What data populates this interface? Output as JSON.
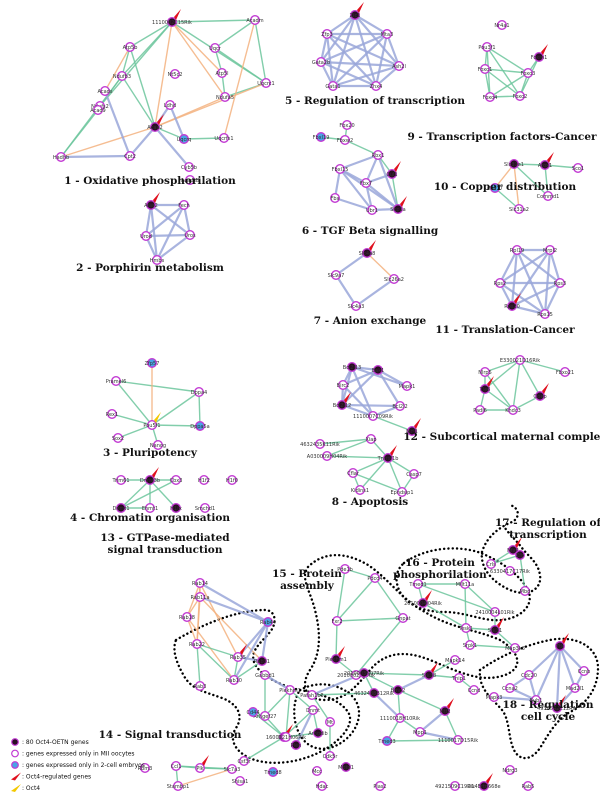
{
  "colors": {
    "edge_green": "#6cc59c",
    "edge_orange": "#f3b27f",
    "edge_blue": "#9aa7d9",
    "node_dark": "#2a0e24",
    "node_ring": "#c23ad3",
    "node_blue": "#4aa3e6",
    "marker_red": "#e0101e",
    "marker_yellow": "#f3c800",
    "dotted": "#000000"
  },
  "legend": [
    {
      "kind": "dark",
      "text": ": 80 Oct4-OETN genes"
    },
    {
      "kind": "ring",
      "text": ": genes expressed only in MII oocytes"
    },
    {
      "kind": "blue",
      "text": ": genes expressed only in 2-cell embryos"
    },
    {
      "kind": "red",
      "text": ": Oct4-regulated genes"
    },
    {
      "kind": "yellow",
      "text": ": Oct4"
    }
  ],
  "modules": [
    {
      "id": "m1",
      "title": "1 - Oxidative phosphorilation",
      "nodes": [
        {
          "label": "1110002C15Rik",
          "kind": "dark",
          "marker": "red"
        },
        {
          "label": "Atp5b",
          "kind": "ring"
        },
        {
          "label": "Ndufb3",
          "kind": "ring"
        },
        {
          "label": "Ndufs2",
          "kind": "ring"
        },
        {
          "label": "Uqcr",
          "kind": "ring"
        },
        {
          "label": "Atp5l",
          "kind": "ring"
        },
        {
          "label": "Ndufa5",
          "kind": "ring"
        },
        {
          "label": "Acad9",
          "kind": "ring"
        },
        {
          "label": "Uqcrc1",
          "kind": "ring"
        },
        {
          "label": "Acadm",
          "kind": "ring"
        },
        {
          "label": "Acaa2",
          "kind": "dark",
          "marker": "red"
        },
        {
          "label": "Uqcrfs1",
          "kind": "ring"
        },
        {
          "label": "Acads",
          "kind": "ring"
        },
        {
          "label": "Uqcrq",
          "kind": "blue"
        },
        {
          "label": "Ldhd",
          "kind": "ring"
        },
        {
          "label": "Hadhb",
          "kind": "ring"
        },
        {
          "label": "Cpt2",
          "kind": "ring"
        },
        {
          "label": "Cyb5b",
          "kind": "ring"
        },
        {
          "label": "Acadsb",
          "kind": "ring"
        },
        {
          "label": "Nt5c2",
          "kind": "ring"
        }
      ]
    },
    {
      "id": "m2",
      "title": "2 - Porphirin metabolism",
      "nodes": [
        {
          "label": "Alas2",
          "kind": "dark",
          "marker": "red"
        },
        {
          "label": "Fech",
          "kind": "ring"
        },
        {
          "label": "Urod",
          "kind": "ring"
        },
        {
          "label": "Uros",
          "kind": "ring"
        },
        {
          "label": "Hmbs",
          "kind": "ring"
        }
      ]
    },
    {
      "id": "m3",
      "title": "3 - Pluripotency",
      "nodes": [
        {
          "label": "Zfp57",
          "kind": "blue"
        },
        {
          "label": "Pramel6",
          "kind": "ring"
        },
        {
          "label": "Dppa4",
          "kind": "ring"
        },
        {
          "label": "Rex1",
          "kind": "ring"
        },
        {
          "label": "Pou5f1",
          "kind": "ring",
          "marker": "yellow"
        },
        {
          "label": "Sox2",
          "kind": "ring"
        },
        {
          "label": "Dppa5a",
          "kind": "blue"
        },
        {
          "label": "Nanog",
          "kind": "ring"
        }
      ]
    },
    {
      "id": "m4",
      "title": "4 - Chromatin organisation",
      "nodes": [
        {
          "label": "Trim61",
          "kind": "ring"
        },
        {
          "label": "Dnmt3b",
          "kind": "dark",
          "marker": "red"
        },
        {
          "label": "Cbx3",
          "kind": "ring"
        },
        {
          "label": "H1f2",
          "kind": "ring"
        },
        {
          "label": "H1f0",
          "kind": "ring"
        },
        {
          "label": "Dnmt1",
          "kind": "dark"
        },
        {
          "label": "Ehmt1",
          "kind": "ring"
        },
        {
          "label": "H1fx",
          "kind": "dark"
        },
        {
          "label": "Smchd1",
          "kind": "ring"
        }
      ]
    },
    {
      "id": "m5",
      "title": "5 - Regulation of transcription",
      "nodes": [
        {
          "label": "Zic1",
          "kind": "dark",
          "marker": "red"
        },
        {
          "label": "Zfp3",
          "kind": "ring"
        },
        {
          "label": "Mta3",
          "kind": "ring"
        },
        {
          "label": "Gata2b",
          "kind": "ring"
        },
        {
          "label": "Ash2l",
          "kind": "ring"
        },
        {
          "label": "Gata1",
          "kind": "ring"
        },
        {
          "label": "Zhx4",
          "kind": "ring"
        }
      ]
    },
    {
      "id": "m6",
      "title": "6 - TGF Beta signalling",
      "nodes": [
        {
          "label": "Fbx20",
          "kind": "ring"
        },
        {
          "label": "Fbxl19",
          "kind": "blue"
        },
        {
          "label": "Fbxw2",
          "kind": "ring"
        },
        {
          "label": "Rbx1",
          "kind": "ring"
        },
        {
          "label": "Fbxl15",
          "kind": "ring"
        },
        {
          "label": "Cul1",
          "kind": "dark",
          "marker": "red"
        },
        {
          "label": "Fbx7",
          "kind": "ring"
        },
        {
          "label": "Fbx",
          "kind": "ring"
        },
        {
          "label": "Skp1a",
          "kind": "dark",
          "marker": "red"
        },
        {
          "label": "Ubr1",
          "kind": "ring"
        }
      ]
    },
    {
      "id": "m7",
      "title": "7 - Anion exchange",
      "nodes": [
        {
          "label": "Slc4a8",
          "kind": "dark",
          "marker": "red"
        },
        {
          "label": "Slc9a7",
          "kind": "ring"
        },
        {
          "label": "Slc26a2",
          "kind": "ring"
        },
        {
          "label": "Slc4a3",
          "kind": "ring"
        }
      ]
    },
    {
      "id": "m8",
      "title": "8 - Apoptosis",
      "nodes": [
        {
          "label": "Bcl2l13",
          "kind": "dark"
        },
        {
          "label": "Bak1",
          "kind": "dark"
        },
        {
          "label": "Birc2",
          "kind": "ring"
        },
        {
          "label": "Mapk1",
          "kind": "ring"
        },
        {
          "label": "Bcl2l12",
          "kind": "dark",
          "marker": "red"
        },
        {
          "label": "Bcl2l2",
          "kind": "ring"
        },
        {
          "label": "1110007C09Rik",
          "kind": "ring"
        },
        {
          "label": "Mcl1",
          "kind": "dark",
          "marker": "red"
        },
        {
          "label": "4632435K11Rik",
          "kind": "ring"
        },
        {
          "label": "Xiap",
          "kind": "ring"
        },
        {
          "label": "A030009H04Rik",
          "kind": "ring"
        },
        {
          "label": "Tnfrsf1b",
          "kind": "dark",
          "marker": "red"
        },
        {
          "label": "Cflar",
          "kind": "ring"
        },
        {
          "label": "Casp7",
          "kind": "ring"
        },
        {
          "label": "Kidins1",
          "kind": "ring"
        },
        {
          "label": "Epndsip1",
          "kind": "ring"
        }
      ]
    },
    {
      "id": "m9",
      "title": "9 - Transcription factors-Cancer",
      "nodes": [
        {
          "label": "Nr4a1",
          "kind": "ring"
        },
        {
          "label": "Pou3f1",
          "kind": "ring"
        },
        {
          "label": "Foxm1",
          "kind": "dark",
          "marker": "red"
        },
        {
          "label": "Foxo1",
          "kind": "ring"
        },
        {
          "label": "Foxo3",
          "kind": "ring"
        },
        {
          "label": "Foxo2",
          "kind": "ring"
        },
        {
          "label": "Foxo4",
          "kind": "ring"
        }
      ]
    },
    {
      "id": "m10",
      "title": "10 - Copper distribution",
      "nodes": [
        {
          "label": "Slc31a1",
          "kind": "dark"
        },
        {
          "label": "Atox1",
          "kind": "dark",
          "marker": "red"
        },
        {
          "label": "Sco1",
          "kind": "ring"
        },
        {
          "label": "Cox17",
          "kind": "blue"
        },
        {
          "label": "Commd1",
          "kind": "ring"
        },
        {
          "label": "Slc31a2",
          "kind": "ring"
        }
      ]
    },
    {
      "id": "m11",
      "title": "11 - Translation-Cancer",
      "nodes": [
        {
          "label": "Rpl19",
          "kind": "ring"
        },
        {
          "label": "Mrpl2",
          "kind": "ring"
        },
        {
          "label": "Rps2",
          "kind": "ring"
        },
        {
          "label": "Rps3",
          "kind": "ring"
        },
        {
          "label": "Rps20",
          "kind": "dark",
          "marker": "red"
        },
        {
          "label": "Rps15",
          "kind": "ring"
        }
      ]
    },
    {
      "id": "m12",
      "title": "12 - Subcortical maternal complex",
      "nodes": [
        {
          "label": "E330021D16Rik",
          "kind": "ring"
        },
        {
          "label": "Nlrp5",
          "kind": "ring"
        },
        {
          "label": "Fbxo21",
          "kind": "ring"
        },
        {
          "label": "Tle6",
          "kind": "dark",
          "marker": "red"
        },
        {
          "label": "Ooep",
          "kind": "dark",
          "marker": "red"
        },
        {
          "label": "Padi6",
          "kind": "ring"
        },
        {
          "label": "Khdc3",
          "kind": "ring"
        }
      ]
    },
    {
      "id": "m13",
      "title": "13 - GTPase-mediated signal transduction",
      "title_lines": [
        "13 - GTPase-mediated",
        "signal transduction"
      ],
      "nodes": [
        {
          "label": "Rab14",
          "kind": "ring"
        },
        {
          "label": "Rab11a",
          "kind": "ring"
        },
        {
          "label": "Rab18",
          "kind": "ring"
        },
        {
          "label": "Rab44",
          "kind": "blue"
        },
        {
          "label": "Rab22",
          "kind": "ring"
        },
        {
          "label": "Rab35",
          "kind": "ring",
          "marker": "red"
        },
        {
          "label": "Rab31",
          "kind": "dark"
        },
        {
          "label": "Rab10",
          "kind": "ring"
        },
        {
          "label": "Rab3",
          "kind": "ring"
        }
      ]
    },
    {
      "id": "m14",
      "title": "14 - Signal transduction",
      "nodes": [
        {
          "label": "Gabbd1",
          "kind": "ring"
        },
        {
          "label": "Plekhm1",
          "kind": "ring"
        },
        {
          "label": "Arhgef27",
          "kind": "ring"
        },
        {
          "label": "Dnmt",
          "kind": "ring"
        },
        {
          "label": "Arhgdib",
          "kind": "dark"
        },
        {
          "label": "Cdk2",
          "kind": "dark",
          "marker": "red"
        },
        {
          "label": "Csf3r",
          "kind": "ring"
        },
        {
          "label": "Cd44",
          "kind": "blue"
        },
        {
          "label": "1600021H06Rik",
          "kind": "ring"
        },
        {
          "label": "Pleh",
          "kind": "dark"
        }
      ]
    },
    {
      "id": "m15",
      "title": "15 - Protein assembly",
      "title_lines": [
        "15 - Protein",
        "assembly"
      ],
      "nodes": [
        {
          "label": "Pde1b",
          "kind": "ring"
        },
        {
          "label": "Pdcd4",
          "kind": "ring"
        },
        {
          "label": "Fxr2",
          "kind": "ring"
        },
        {
          "label": "Gnpat",
          "kind": "ring"
        },
        {
          "label": "Plekhm1",
          "kind": "dark",
          "marker": "red"
        },
        {
          "label": "2010002J22Rik",
          "kind": "ring"
        }
      ]
    },
    {
      "id": "m16",
      "title": "16 - Protein phosphorilation",
      "title_lines": [
        "16 - Protein",
        "phosphorilation"
      ],
      "nodes": [
        {
          "label": "Tmed1",
          "kind": "ring"
        },
        {
          "label": "Mllt11a",
          "kind": "ring"
        },
        {
          "label": "2010004I04Rik",
          "kind": "dark",
          "marker": "red"
        },
        {
          "label": "2410004L01Rik",
          "kind": "ring"
        },
        {
          "label": "Tesk1",
          "kind": "ring"
        },
        {
          "label": "Stk31",
          "kind": "dark",
          "marker": "red"
        },
        {
          "label": "Srpk1",
          "kind": "ring"
        },
        {
          "label": "Map3k3",
          "kind": "ring"
        }
      ]
    },
    {
      "id": "m17",
      "title": "17 - Regulation of transcription",
      "title_lines": [
        "17 - Regulation of",
        "transcription"
      ],
      "nodes": [
        {
          "label": "Crls",
          "kind": "ring"
        },
        {
          "label": "6330417C17Rik",
          "kind": "ring"
        },
        {
          "label": "Nfx2",
          "kind": "dark",
          "marker": "red"
        },
        {
          "label": "Zfp",
          "kind": "dark"
        },
        {
          "label": "Mbd",
          "kind": "ring"
        }
      ]
    },
    {
      "id": "m18",
      "title": "18 - Regulation cell cycle",
      "title_lines": [
        "18 - Regulation",
        "cell cycle"
      ],
      "nodes": [
        {
          "label": "Ttk",
          "kind": "dark",
          "marker": "red"
        },
        {
          "label": "Ccnb",
          "kind": "ring"
        },
        {
          "label": "Cdc20",
          "kind": "ring"
        },
        {
          "label": "Mad2l1",
          "kind": "ring"
        },
        {
          "label": "Bub1",
          "kind": "ring"
        },
        {
          "label": "4930542C12Rik",
          "kind": "dark",
          "marker": "red"
        },
        {
          "label": "Ccna2",
          "kind": "ring"
        },
        {
          "label": "Mapk3",
          "kind": "ring"
        }
      ]
    },
    {
      "id": "hub",
      "title": "",
      "nodes": [
        {
          "label": "2010003N07Rik",
          "kind": "dark"
        },
        {
          "label": "Mapk14",
          "kind": "ring"
        },
        {
          "label": "Bmp2",
          "kind": "dark"
        },
        {
          "label": "Mtf2",
          "kind": "dark",
          "marker": "red"
        },
        {
          "label": "1110017D15Rik",
          "kind": "ring"
        },
        {
          "label": "4632438B12Rik",
          "kind": "dark"
        },
        {
          "label": "Pafah1b3",
          "kind": "ring"
        },
        {
          "label": "Mt",
          "kind": "ring"
        },
        {
          "label": "1110018H10Rik",
          "kind": "ring"
        },
        {
          "label": "Mpp1",
          "kind": "ring"
        },
        {
          "label": "Tmed3",
          "kind": "blue"
        },
        {
          "label": "Stk38",
          "kind": "dark",
          "marker": "red"
        },
        {
          "label": "Tnip1",
          "kind": "ring"
        },
        {
          "label": "Ccnd",
          "kind": "ring"
        },
        {
          "label": "Cdk5r",
          "kind": "ring"
        }
      ]
    },
    {
      "id": "bottom",
      "title": "",
      "nodes": [
        {
          "label": "Ccl1",
          "kind": "ring"
        },
        {
          "label": "Plk",
          "kind": "ring",
          "marker": "red"
        },
        {
          "label": "Slc7a3",
          "kind": "ring"
        },
        {
          "label": "Stambp1",
          "kind": "ring"
        },
        {
          "label": "Shisa1",
          "kind": "ring"
        },
        {
          "label": "Tmed8",
          "kind": "blue"
        },
        {
          "label": "Mcc",
          "kind": "ring"
        },
        {
          "label": "Mbtd1",
          "kind": "dark"
        },
        {
          "label": "Hdac",
          "kind": "ring"
        },
        {
          "label": "4921509C19Rik",
          "kind": "ring"
        },
        {
          "label": "D14Ertd668e",
          "kind": "dark",
          "marker": "red"
        },
        {
          "label": "Rab5",
          "kind": "ring"
        },
        {
          "label": "Rbm3",
          "kind": "ring"
        },
        {
          "label": "Pias2",
          "kind": "ring"
        },
        {
          "label": "Ndrg3",
          "kind": "ring"
        }
      ]
    }
  ]
}
